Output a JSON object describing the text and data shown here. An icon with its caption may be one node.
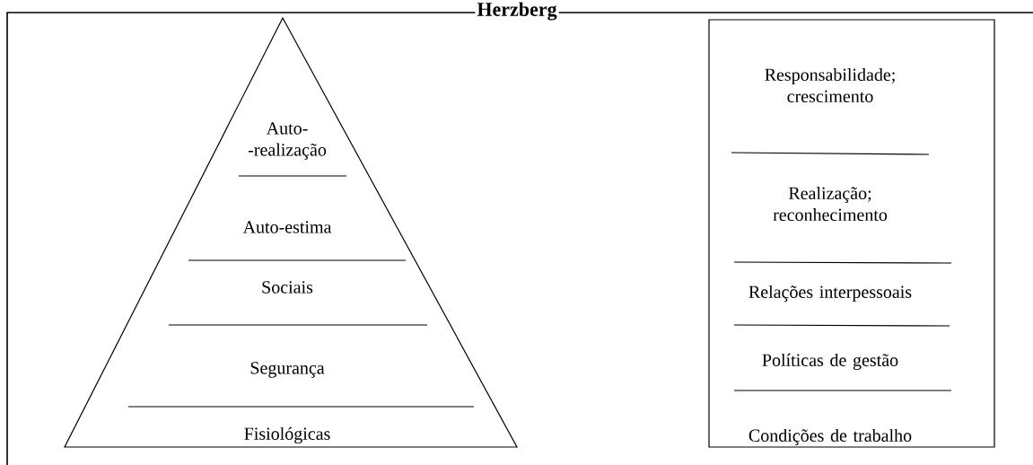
{
  "diagram": {
    "title": "Herzberg",
    "nodes": [
      {
        "text": [
          "Auto- -realização",
          "Auto-estima",
          "Sociais",
          "Segurança",
          "Fisiológicas"
        ]
      },
      {
        "text": [
          "Responsabilidade; crescimento",
          "Realização; reconhecimento",
          "Relações interpessoais",
          "Políticas de gestão",
          "Condições de trabalho"
        ]
      }
    ]
  }
}
